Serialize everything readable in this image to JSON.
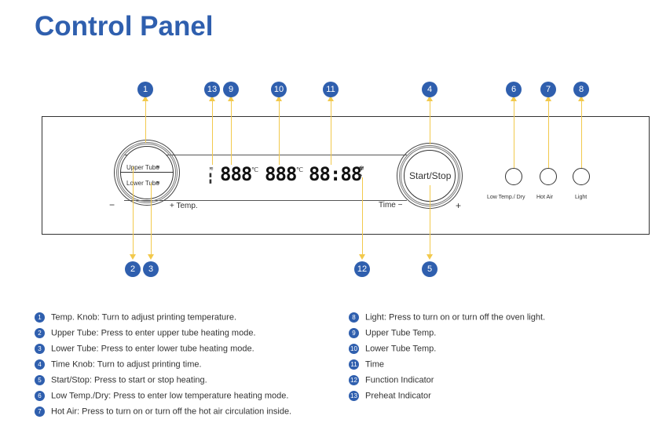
{
  "title": "Control Panel",
  "knob_left": {
    "upper_label": "Upper Tube",
    "lower_label": "Lower Tube",
    "minus": "−",
    "plus": "+ Temp."
  },
  "knob_right": {
    "label": "Start/Stop",
    "minus": "Time −",
    "plus": "+"
  },
  "display": {
    "upper_temp": "888",
    "lower_temp": "888",
    "time": "88:88",
    "unit_c": "℃"
  },
  "buttons": {
    "low_temp_dry": "Low Temp./ Dry",
    "hot_air": "Hot Air",
    "light": "Light"
  },
  "callouts": [
    "1",
    "2",
    "3",
    "4",
    "5",
    "6",
    "7",
    "8",
    "9",
    "10",
    "11",
    "12",
    "13"
  ],
  "legend": [
    {
      "n": "1",
      "text": "Temp. Knob: Turn to adjust printing temperature."
    },
    {
      "n": "2",
      "text": "Upper Tube: Press to enter upper tube heating mode."
    },
    {
      "n": "3",
      "text": "Lower Tube: Press to enter lower tube heating mode."
    },
    {
      "n": "4",
      "text": "Time Knob: Turn to adjust printing time."
    },
    {
      "n": "5",
      "text": "Start/Stop: Press to start or stop heating."
    },
    {
      "n": "6",
      "text": "Low Temp./Dry: Press to enter low temperature heating mode."
    },
    {
      "n": "7",
      "text": "Hot Air: Press to turn on or turn off the hot air circulation inside."
    },
    {
      "n": "8",
      "text": "Light: Press to turn on or turn off the oven light."
    },
    {
      "n": "9",
      "text": "Upper Tube Temp."
    },
    {
      "n": "10",
      "text": "Lower Tube Temp."
    },
    {
      "n": "11",
      "text": "Time"
    },
    {
      "n": "12",
      "text": "Function Indicator"
    },
    {
      "n": "13",
      "text": "Preheat Indicator"
    }
  ],
  "colors": {
    "accent": "#2f5fae",
    "leader": "#f2c94c"
  }
}
